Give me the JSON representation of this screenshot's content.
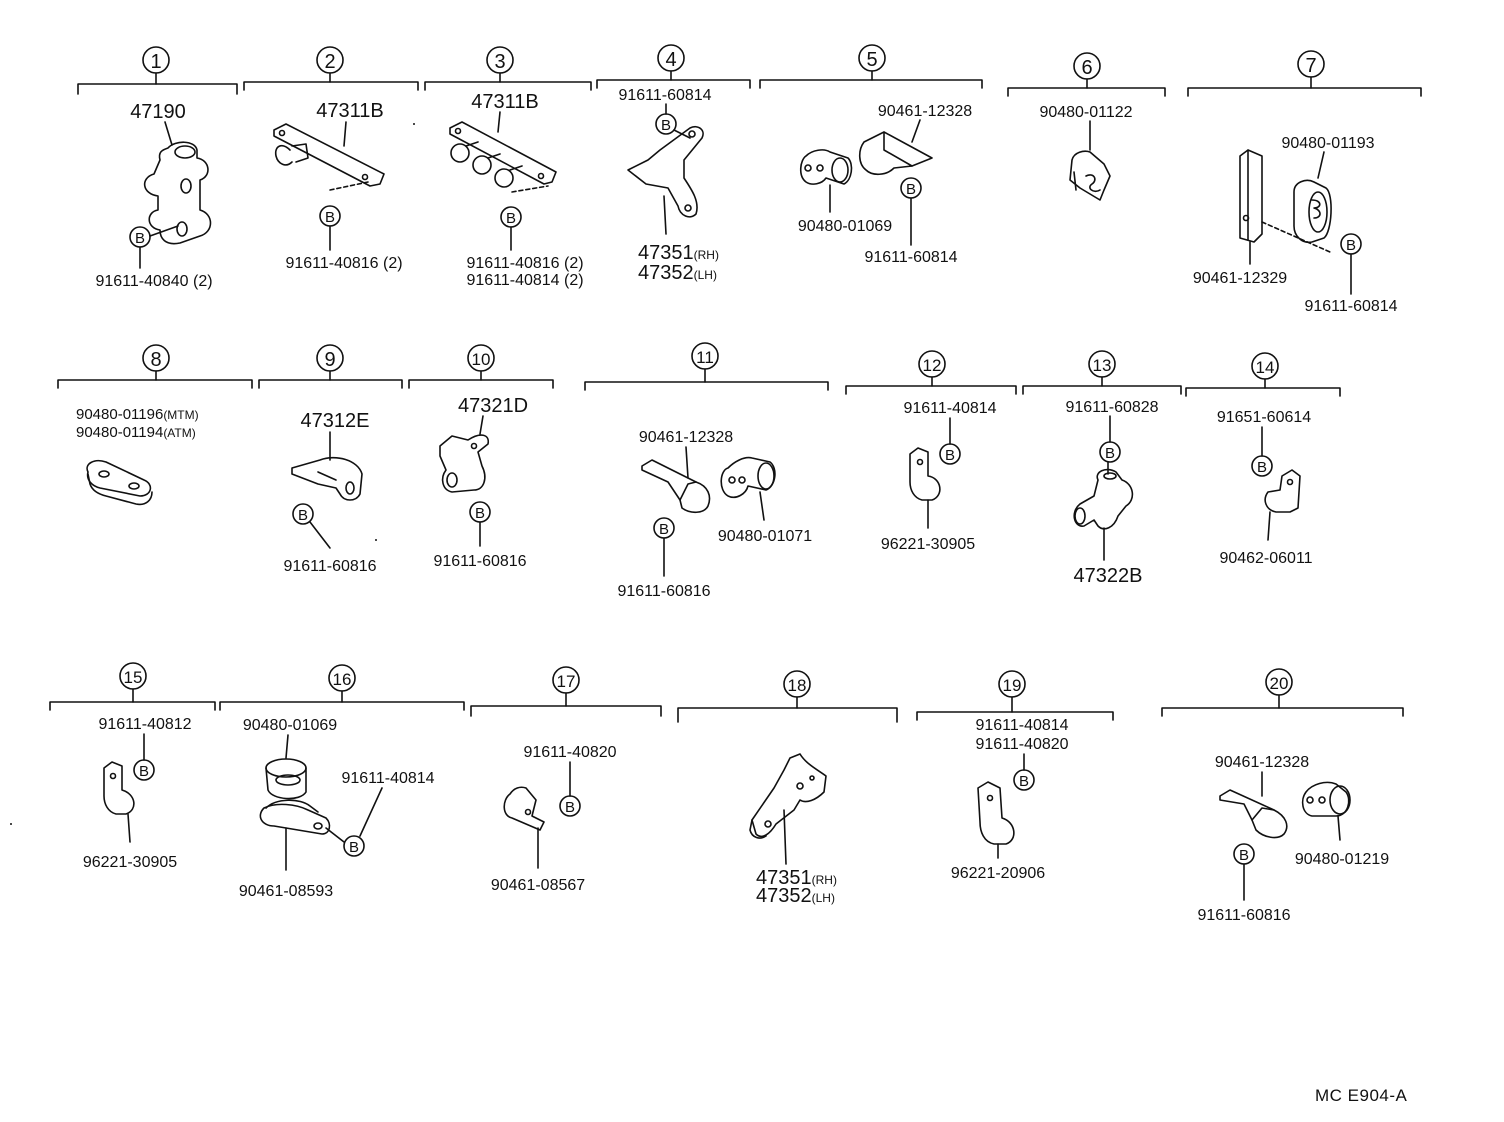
{
  "colors": {
    "ink": "#111111",
    "paper": "#ffffff"
  },
  "groups": [
    {
      "num": "1",
      "labels": [
        "47190",
        "91611-40840 (2)"
      ],
      "icons": [
        "bolt-b-icon"
      ]
    },
    {
      "num": "2",
      "labels": [
        "47311B",
        "91611-40816 (2)"
      ],
      "icons": [
        "bolt-b-icon"
      ]
    },
    {
      "num": "3",
      "labels": [
        "47311B",
        "91611-40816 (2)",
        "91611-40814 (2)"
      ],
      "icons": [
        "bolt-b-icon"
      ]
    },
    {
      "num": "4",
      "labels": [
        "91611-60814",
        "47351(RH)",
        "47352(LH)"
      ],
      "icons": [
        "bolt-b-icon"
      ]
    },
    {
      "num": "5",
      "labels": [
        "90461-12328",
        "90480-01069",
        "91611-60814"
      ],
      "icons": [
        "bolt-b-icon"
      ]
    },
    {
      "num": "6",
      "labels": [
        "90480-01122"
      ],
      "icons": []
    },
    {
      "num": "7",
      "labels": [
        "90480-01193",
        "90461-12329",
        "91611-60814"
      ],
      "icons": [
        "bolt-b-icon"
      ]
    },
    {
      "num": "8",
      "labels": [
        "90480-01196(MTM)",
        "90480-01194(ATM)"
      ],
      "icons": []
    },
    {
      "num": "9",
      "labels": [
        "47312E",
        "91611-60816"
      ],
      "icons": [
        "bolt-b-icon"
      ]
    },
    {
      "num": "10",
      "labels": [
        "47321D",
        "91611-60816"
      ],
      "icons": [
        "bolt-b-icon"
      ]
    },
    {
      "num": "11",
      "labels": [
        "90461-12328",
        "90480-01071",
        "91611-60816"
      ],
      "icons": [
        "bolt-b-icon"
      ]
    },
    {
      "num": "12",
      "labels": [
        "91611-40814",
        "96221-30905"
      ],
      "icons": [
        "bolt-b-icon"
      ]
    },
    {
      "num": "13",
      "labels": [
        "91611-60828",
        "47322B"
      ],
      "icons": [
        "bolt-b-icon"
      ]
    },
    {
      "num": "14",
      "labels": [
        "91651-60614",
        "90462-06011"
      ],
      "icons": [
        "bolt-b-icon"
      ]
    },
    {
      "num": "15",
      "labels": [
        "91611-40812",
        "96221-30905"
      ],
      "icons": [
        "bolt-b-icon"
      ]
    },
    {
      "num": "16",
      "labels": [
        "90480-01069",
        "91611-40814",
        "90461-08593"
      ],
      "icons": [
        "bolt-b-icon"
      ]
    },
    {
      "num": "17",
      "labels": [
        "91611-40820",
        "90461-08567"
      ],
      "icons": [
        "bolt-b-icon"
      ]
    },
    {
      "num": "18",
      "labels": [
        "47351(RH)",
        "47352(LH)"
      ],
      "icons": []
    },
    {
      "num": "19",
      "labels": [
        "91611-40814",
        "91611-40820",
        "96221-20906"
      ],
      "icons": [
        "bolt-b-icon"
      ]
    },
    {
      "num": "20",
      "labels": [
        "90461-12328",
        "90480-01219",
        "91611-60816"
      ],
      "icons": [
        "bolt-b-icon"
      ]
    }
  ],
  "bolt_symbol": "B",
  "footer": "MC  E904-A"
}
